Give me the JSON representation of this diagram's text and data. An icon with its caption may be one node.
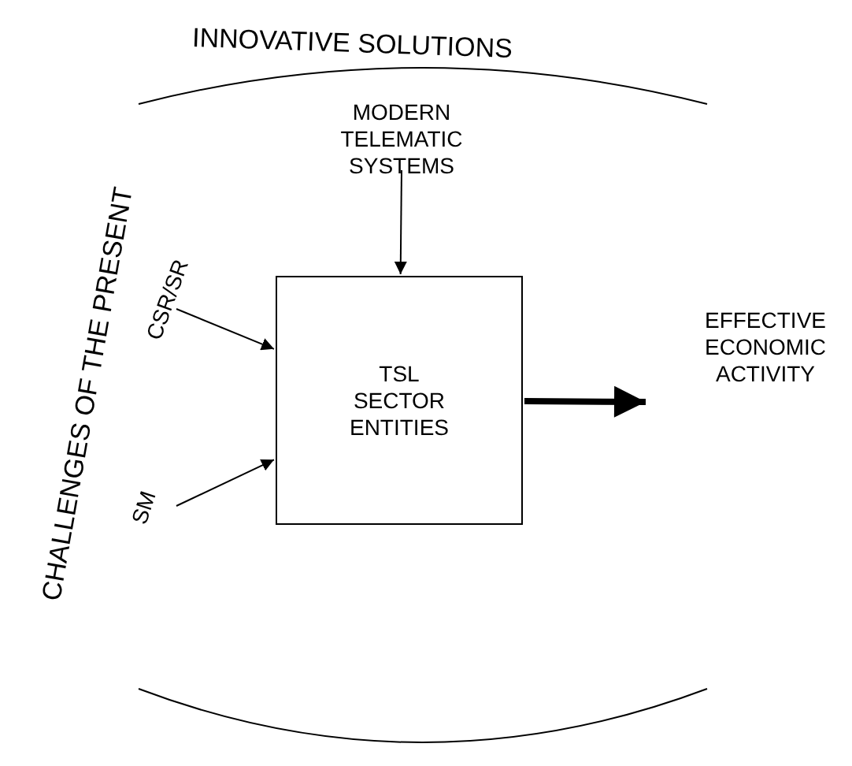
{
  "diagram": {
    "nodes": [
      {
        "text": [
          "MODERN TELEMATIC SYSTEMS"
        ]
      },
      {
        "text": [
          "CSR/SR"
        ]
      },
      {
        "text": [
          "SM"
        ]
      },
      {
        "text": [
          "TSL SECTOR ENTITIES"
        ]
      },
      {
        "text": [
          "EFFECTIVE ECONOMIC ACTIVITY"
        ]
      }
    ],
    "edges": [
      {
        "from": 0,
        "to": 3,
        "arrow": "to"
      },
      {
        "from": 1,
        "to": 3,
        "arrow": "to"
      },
      {
        "from": 2,
        "to": 3,
        "arrow": "to"
      },
      {
        "from": 3,
        "to": 4,
        "arrow": "to",
        "style": "thick"
      }
    ],
    "labels": [
      "INNOVATIVE SOLUTIONS",
      "CHALLENGES OF THE PRESENT"
    ]
  }
}
